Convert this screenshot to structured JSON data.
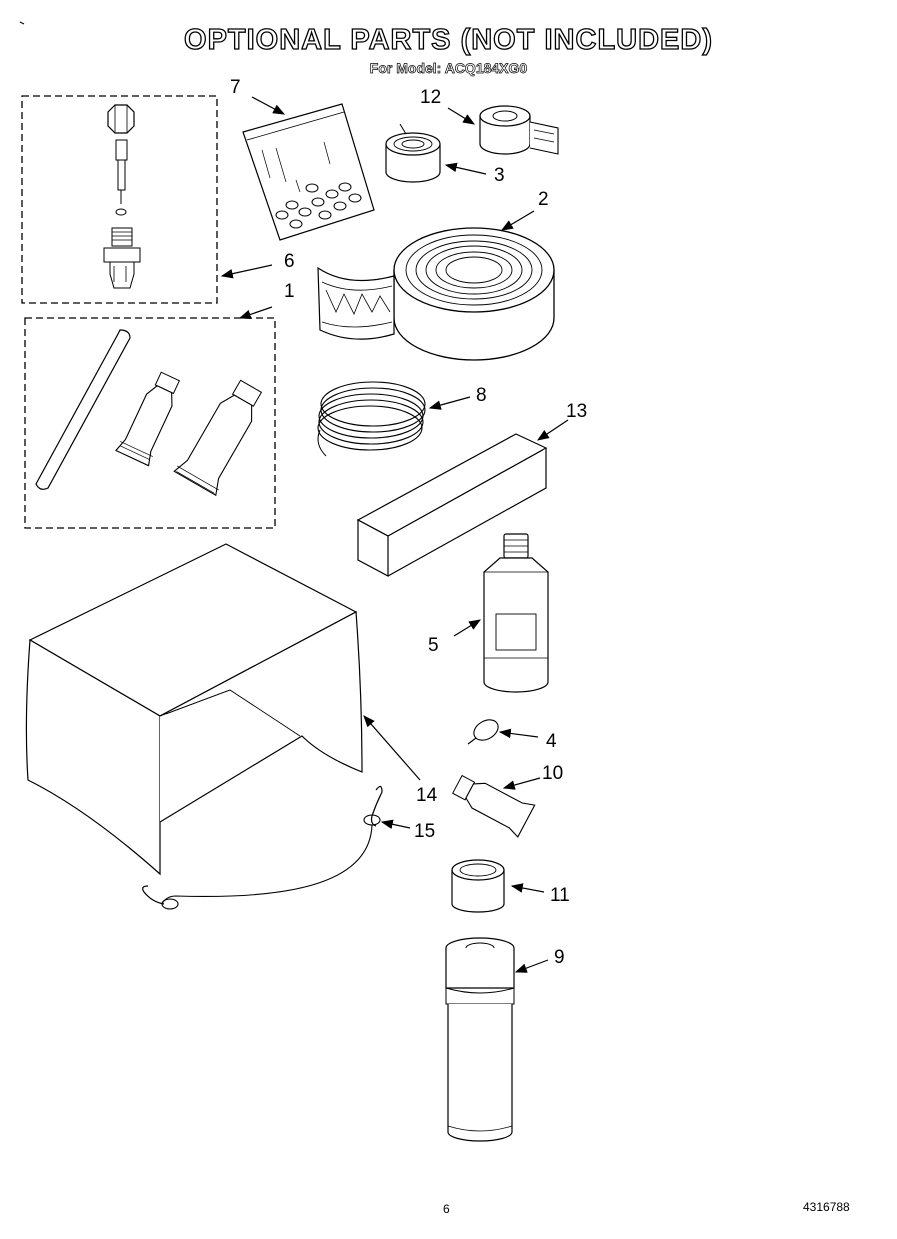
{
  "header": {
    "title": "OPTIONAL PARTS (NOT INCLUDED)",
    "subtitle": "For Model: ACQ184XG0"
  },
  "callouts": [
    {
      "id": "1",
      "label": "1"
    },
    {
      "id": "2",
      "label": "2"
    },
    {
      "id": "3",
      "label": "3"
    },
    {
      "id": "4",
      "label": "4"
    },
    {
      "id": "5",
      "label": "5"
    },
    {
      "id": "6",
      "label": "6"
    },
    {
      "id": "7",
      "label": "7"
    },
    {
      "id": "8",
      "label": "8"
    },
    {
      "id": "9",
      "label": "9"
    },
    {
      "id": "10",
      "label": "10"
    },
    {
      "id": "11",
      "label": "11"
    },
    {
      "id": "12",
      "label": "12"
    },
    {
      "id": "13",
      "label": "13"
    },
    {
      "id": "14",
      "label": "14"
    },
    {
      "id": "15",
      "label": "15"
    }
  ],
  "footer": {
    "page_number": "6",
    "document_number": "4316788"
  }
}
